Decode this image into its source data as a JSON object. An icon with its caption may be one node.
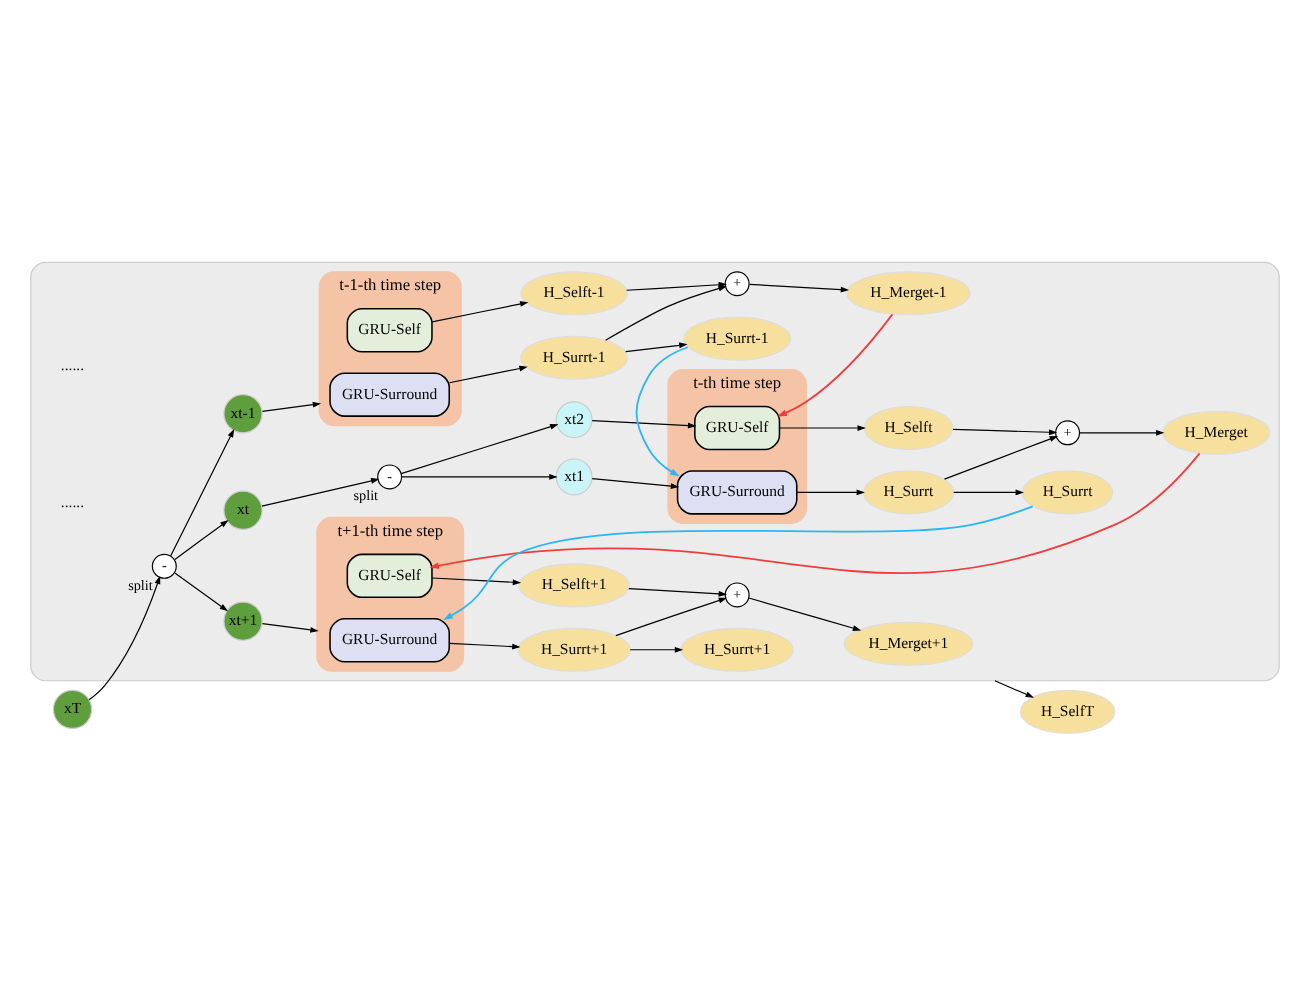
{
  "diagram": {
    "nodes": [
      {
        "text": [],
        "shape": "box"
      },
      {
        "text": [
          "xT"
        ]
      },
      {
        "text": [
          "-"
        ],
        "beside": [
          "split"
        ],
        "in": 0
      },
      {
        "text": [
          "xt-1"
        ],
        "in": 0
      },
      {
        "text": [
          "t-1-th time step"
        ],
        "in": 0
      },
      {
        "text": [
          "GRU-Surround"
        ],
        "in": 4
      },
      {
        "text": [
          "GRU-Self"
        ],
        "in": 4
      },
      {
        "text": [
          "H_Surrt-1"
        ],
        "in": 0
      },
      {
        "text": [
          "H_Selft-1"
        ],
        "in": 0
      },
      {
        "text": [
          "+"
        ],
        "in": 0
      },
      {
        "text": [
          "H_Surrt-1"
        ],
        "in": 0
      },
      {
        "text": [
          "H_Merget-1"
        ],
        "in": 0
      },
      {
        "text": [
          "xt"
        ],
        "in": 0
      },
      {
        "text": [
          "-"
        ],
        "beside": [
          "split"
        ],
        "in": 0
      },
      {
        "text": [
          "xt1"
        ],
        "in": 0
      },
      {
        "text": [
          "xt2"
        ],
        "in": 0
      },
      {
        "text": [
          "t-th time step"
        ],
        "in": 0
      },
      {
        "text": [
          "GRU-Surround"
        ],
        "in": 16
      },
      {
        "text": [
          "GRU-Self"
        ],
        "in": 16
      },
      {
        "text": [
          "H_Surrt"
        ],
        "in": 0
      },
      {
        "text": [
          "H_Selft"
        ],
        "in": 0
      },
      {
        "text": [
          "+"
        ],
        "in": 0
      },
      {
        "text": [
          "H_Surrt"
        ],
        "in": 0
      },
      {
        "text": [
          "H_Merget"
        ],
        "in": 0
      },
      {
        "text": [
          "xt+1"
        ],
        "in": 0
      },
      {
        "text": [
          "t+1-th time step"
        ],
        "in": 0
      },
      {
        "text": [
          "GRU-Surround"
        ],
        "in": 25
      },
      {
        "text": [
          "GRU-Self"
        ],
        "in": 25
      },
      {
        "text": [
          "H_Surrt+1"
        ],
        "in": 0
      },
      {
        "text": [
          "H_Selft+1"
        ],
        "in": 0
      },
      {
        "text": [
          "+"
        ],
        "in": 0
      },
      {
        "text": [
          "H_Surrt+1"
        ],
        "in": 0
      },
      {
        "text": [
          "H_Merget+1"
        ],
        "in": 0
      },
      {
        "text": [
          "H_SelfT"
        ]
      }
    ],
    "edges": [
      {
        "from": 1,
        "to": 2,
        "arrow": "to"
      },
      {
        "from": 2,
        "to": 3,
        "arrow": "to"
      },
      {
        "from": 2,
        "to": 12,
        "arrow": "to"
      },
      {
        "from": 2,
        "to": 24,
        "arrow": "to"
      },
      {
        "from": 3,
        "to": 4,
        "arrow": "to"
      },
      {
        "from": 5,
        "to": 7,
        "arrow": "to"
      },
      {
        "from": 6,
        "to": 8,
        "arrow": "to"
      },
      {
        "from": 7,
        "to": 10,
        "arrow": "to"
      },
      {
        "from": 7,
        "to": 9,
        "arrow": "to"
      },
      {
        "from": 8,
        "to": 9,
        "arrow": "to"
      },
      {
        "from": 9,
        "to": 11,
        "arrow": "to"
      },
      {
        "from": 10,
        "to": 17,
        "arrow": "to",
        "color": "#29b6f6"
      },
      {
        "from": 11,
        "to": 18,
        "arrow": "to",
        "color": "#f03c3c"
      },
      {
        "from": 12,
        "to": 13,
        "arrow": "to"
      },
      {
        "from": 13,
        "to": 14,
        "arrow": "to"
      },
      {
        "from": 13,
        "to": 15,
        "arrow": "to"
      },
      {
        "from": 14,
        "to": 17,
        "arrow": "to"
      },
      {
        "from": 15,
        "to": 18,
        "arrow": "to"
      },
      {
        "from": 17,
        "to": 19,
        "arrow": "to"
      },
      {
        "from": 18,
        "to": 20,
        "arrow": "to"
      },
      {
        "from": 19,
        "to": 22,
        "arrow": "to"
      },
      {
        "from": 19,
        "to": 21,
        "arrow": "to"
      },
      {
        "from": 20,
        "to": 21,
        "arrow": "to"
      },
      {
        "from": 21,
        "to": 23,
        "arrow": "to"
      },
      {
        "from": 22,
        "to": 26,
        "arrow": "to",
        "color": "#29b6f6"
      },
      {
        "from": 23,
        "to": 27,
        "arrow": "to",
        "color": "#f03c3c"
      },
      {
        "from": 24,
        "to": 25,
        "arrow": "to"
      },
      {
        "from": 26,
        "to": 28,
        "arrow": "to"
      },
      {
        "from": 27,
        "to": 29,
        "arrow": "to"
      },
      {
        "from": 28,
        "to": 31,
        "arrow": "to"
      },
      {
        "from": 28,
        "to": 30,
        "arrow": "to"
      },
      {
        "from": 29,
        "to": 30,
        "arrow": "to"
      },
      {
        "from": 30,
        "to": 32,
        "arrow": "to"
      },
      {
        "from": 0,
        "to": 33,
        "arrow": "to"
      }
    ],
    "labels": [
      "......",
      "......"
    ]
  }
}
